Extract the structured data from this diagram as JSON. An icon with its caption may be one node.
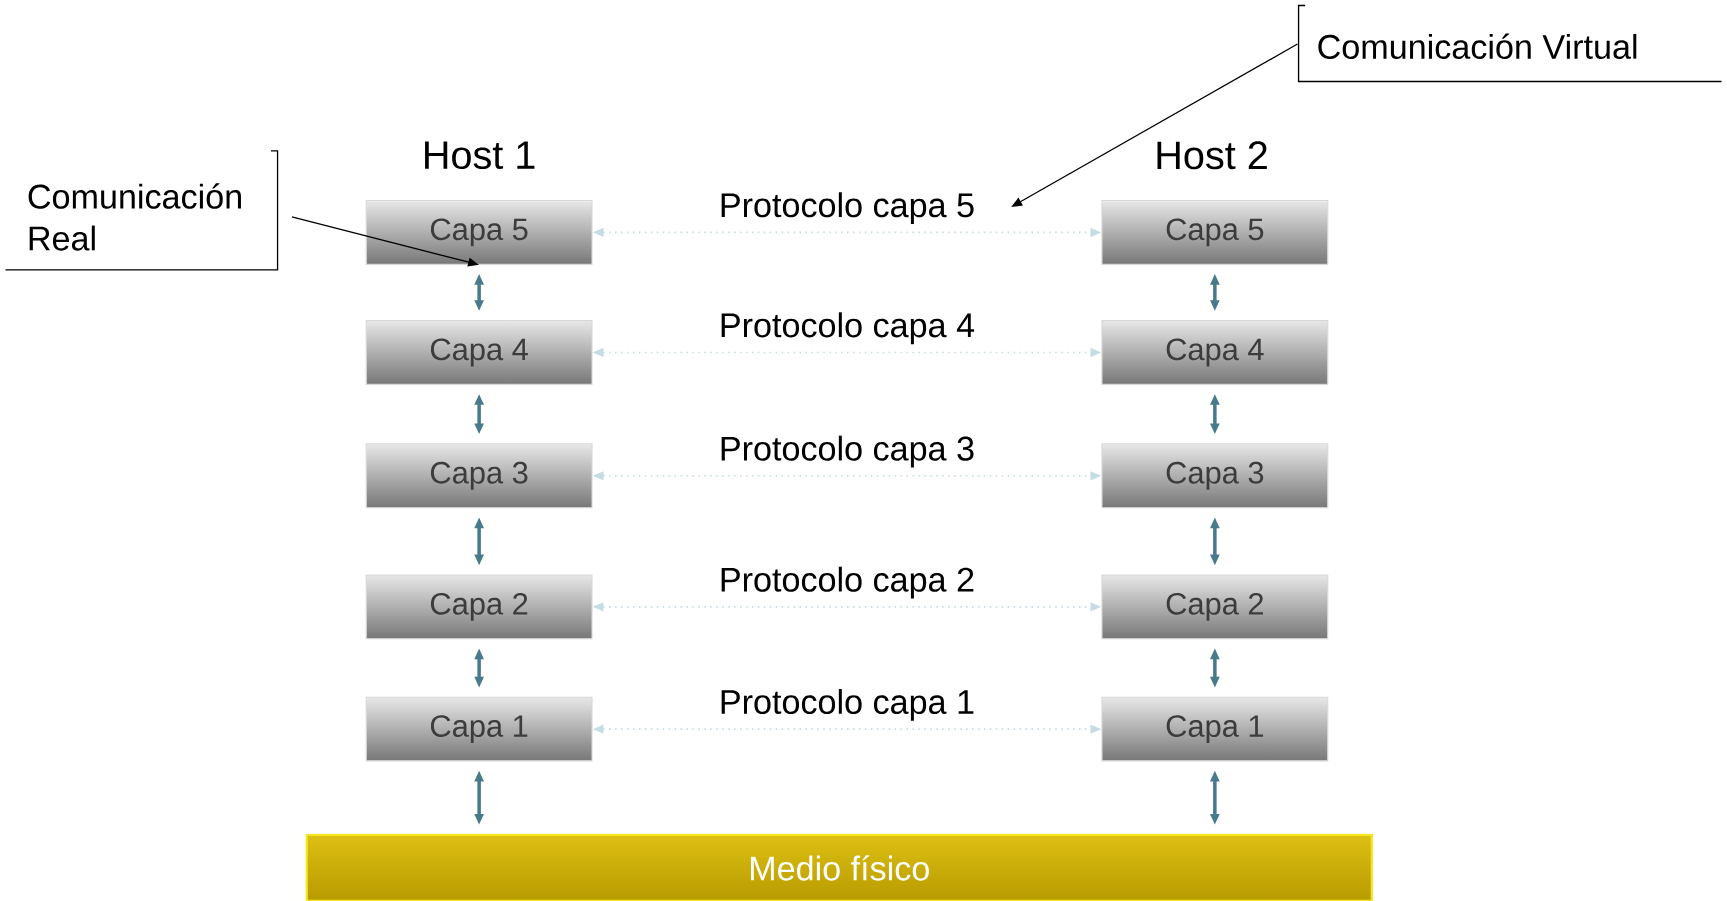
{
  "diagram": {
    "nodes": [
      {
        "text": [
          "Comunicación Real"
        ]
      },
      {
        "text": [
          "Comunicación Virtual"
        ]
      },
      {
        "text": [
          "Capa 5"
        ]
      },
      {
        "text": [
          "Capa 4"
        ]
      },
      {
        "text": [
          "Capa 3"
        ]
      },
      {
        "text": [
          "Capa 2"
        ]
      },
      {
        "text": [
          "Capa 1"
        ]
      },
      {
        "text": [
          "Capa 5"
        ]
      },
      {
        "text": [
          "Capa 4"
        ]
      },
      {
        "text": [
          "Capa 3"
        ]
      },
      {
        "text": [
          "Capa 2"
        ]
      },
      {
        "text": [
          "Capa 1"
        ]
      },
      {
        "text": [
          "Medio físico"
        ]
      }
    ],
    "edges": [
      {
        "from": 0,
        "to": 2,
        "arrow": "to",
        "color": "#000000"
      },
      {
        "from": 1,
        "to": null,
        "arrow": "to",
        "color": "#000000"
      },
      {
        "from": 2,
        "to": 7,
        "arrow": "both",
        "label": "Protocolo capa 5",
        "style": "dashed",
        "color": "#c5dce3"
      },
      {
        "from": 3,
        "to": 8,
        "arrow": "both",
        "label": "Protocolo capa 4",
        "style": "dashed",
        "color": "#c5dce3"
      },
      {
        "from": 4,
        "to": 9,
        "arrow": "both",
        "label": "Protocolo capa 3",
        "style": "dashed",
        "color": "#c5dce3"
      },
      {
        "from": 5,
        "to": 10,
        "arrow": "both",
        "label": "Protocolo capa 2",
        "style": "dashed",
        "color": "#c5dce3"
      },
      {
        "from": 6,
        "to": 11,
        "arrow": "both",
        "label": "Protocolo capa 1",
        "style": "dashed",
        "color": "#c5dce3"
      },
      {
        "from": 2,
        "to": 3,
        "arrow": "both"
      },
      {
        "from": 3,
        "to": 4,
        "arrow": "both"
      },
      {
        "from": 4,
        "to": 5,
        "arrow": "both"
      },
      {
        "from": 5,
        "to": 6,
        "arrow": "both"
      },
      {
        "from": 6,
        "to": 12,
        "arrow": "both"
      },
      {
        "from": 7,
        "to": 8,
        "arrow": "both"
      },
      {
        "from": 8,
        "to": 9,
        "arrow": "both"
      },
      {
        "from": 9,
        "to": 10,
        "arrow": "both"
      },
      {
        "from": 10,
        "to": 11,
        "arrow": "both"
      },
      {
        "from": 11,
        "to": 12,
        "arrow": "both"
      }
    ],
    "labels": [
      "Host 1",
      "Host 2"
    ]
  }
}
